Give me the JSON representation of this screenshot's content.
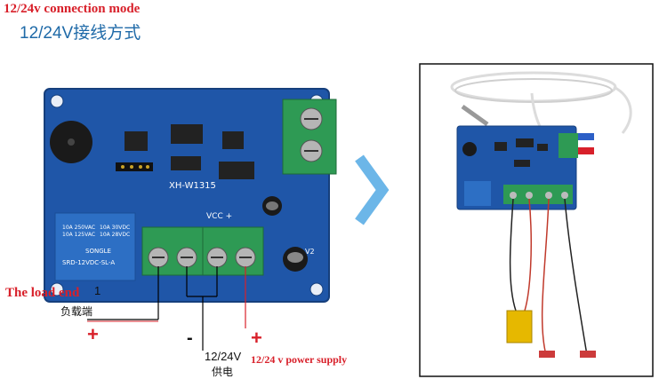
{
  "header": {
    "title_en": "12/24v connection mode",
    "title_cn": "12/24V接线方式"
  },
  "board": {
    "model": "XH-W1315",
    "vcc_label": "VCC +",
    "relay_lines": [
      "SRD-12VDC-SL-A",
      "SONGLE",
      "10A 250VAC",
      "10A 125VAC",
      "10A 30VDC",
      "10A 28VDC"
    ],
    "v2_label": "V2"
  },
  "labels": {
    "load_end_en": "The load end",
    "load_end_cn": "负载端",
    "load_plus": "+",
    "supply_minus": "-",
    "supply_plus": "+",
    "supply_voltage": "12/24V",
    "supply_cn": "供电",
    "power_supply_en": "12/24 v power supply",
    "mark_one": "1"
  },
  "colors": {
    "pcb": "#1f56a8",
    "terminal_green": "#2e9a54",
    "relay_blue": "#2d6fc4",
    "label_red": "#d8202a",
    "arrow_blue": "#6cb6e8"
  },
  "icons": [
    "chevron-right-icon"
  ]
}
